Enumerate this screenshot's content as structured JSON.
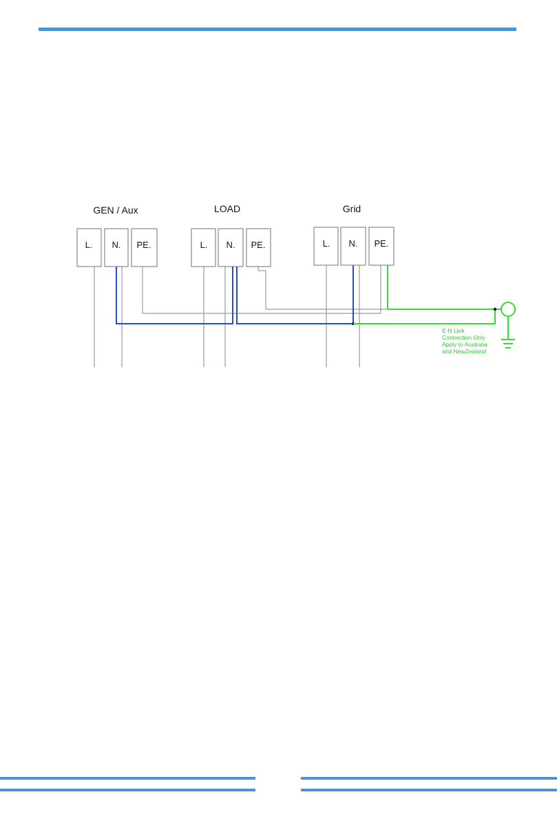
{
  "colors": {
    "header_rule": "#4b93d4",
    "neutral_wire": "#1f4fc8",
    "earth_wire": "#33dd33",
    "gray_wire": "#9a9a9a",
    "note_text": "#33c833"
  },
  "diagram": {
    "blocks": [
      {
        "id": "gen",
        "label": "GEN / Aux",
        "terminals": [
          "L.",
          "N.",
          "PE."
        ]
      },
      {
        "id": "load",
        "label": "LOAD",
        "terminals": [
          "L.",
          "N.",
          "PE."
        ]
      },
      {
        "id": "grid",
        "label": "Grid",
        "terminals": [
          "L.",
          "N.",
          "PE."
        ]
      }
    ],
    "note_lines": [
      "E-N Link",
      "Connection Only",
      "Apply to Australia",
      "and NewZealand"
    ]
  }
}
